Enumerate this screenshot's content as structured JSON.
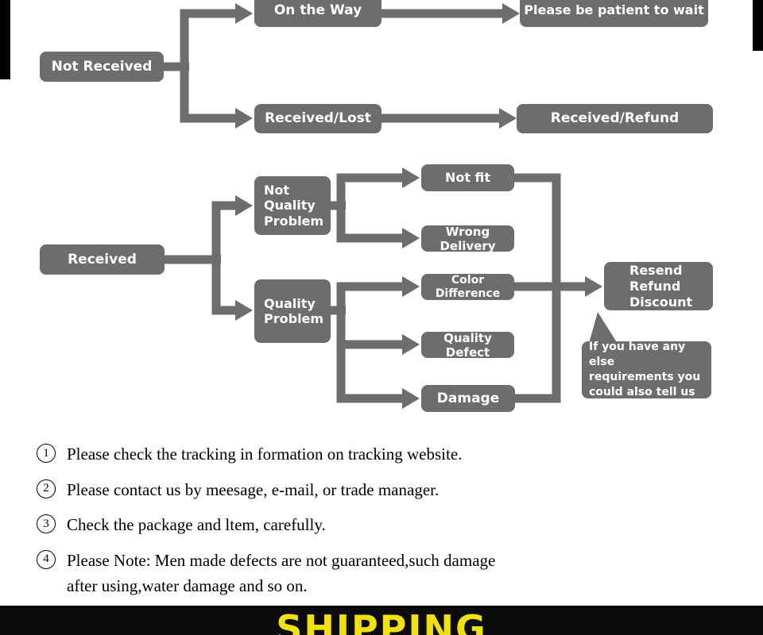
{
  "flowchart": {
    "not_received": "Not Received",
    "on_the_way": "On the Way",
    "be_patient": "Please be patient to wait",
    "received_lost": "Received/Lost",
    "received_refund": "Received/Refund",
    "received": "Received",
    "not_quality_problem": "Not\nQuality\nProblem",
    "quality_problem": "Quality\nProblem",
    "not_fit": "Not fit",
    "wrong_delivery": "Wrong Delivery",
    "color_difference": "Color Difference",
    "quality_defect": "Quality Defect",
    "damage": "Damage",
    "resolution": "Resend\nRefund\nDiscount",
    "bubble": "If you have any else\nrequirements you\ncould also tell us"
  },
  "notes": [
    {
      "num": "1",
      "text": "Please check the tracking in formation on tracking website."
    },
    {
      "num": "2",
      "text": "Please contact us by meesage, e-mail, or trade manager."
    },
    {
      "num": "3",
      "text": "Check the package and ltem, carefully."
    },
    {
      "num": "4",
      "text": "Please Note: Men made defects  are not guaranteed,such damage\nafter using,water damage and so on."
    }
  ],
  "footer": {
    "title": "SHIPPING"
  },
  "colors": {
    "node_gray": "#6d6d6d",
    "footer_bg": "#0c0c0c",
    "footer_text": "#f0e10a",
    "background": "#ffffff"
  }
}
